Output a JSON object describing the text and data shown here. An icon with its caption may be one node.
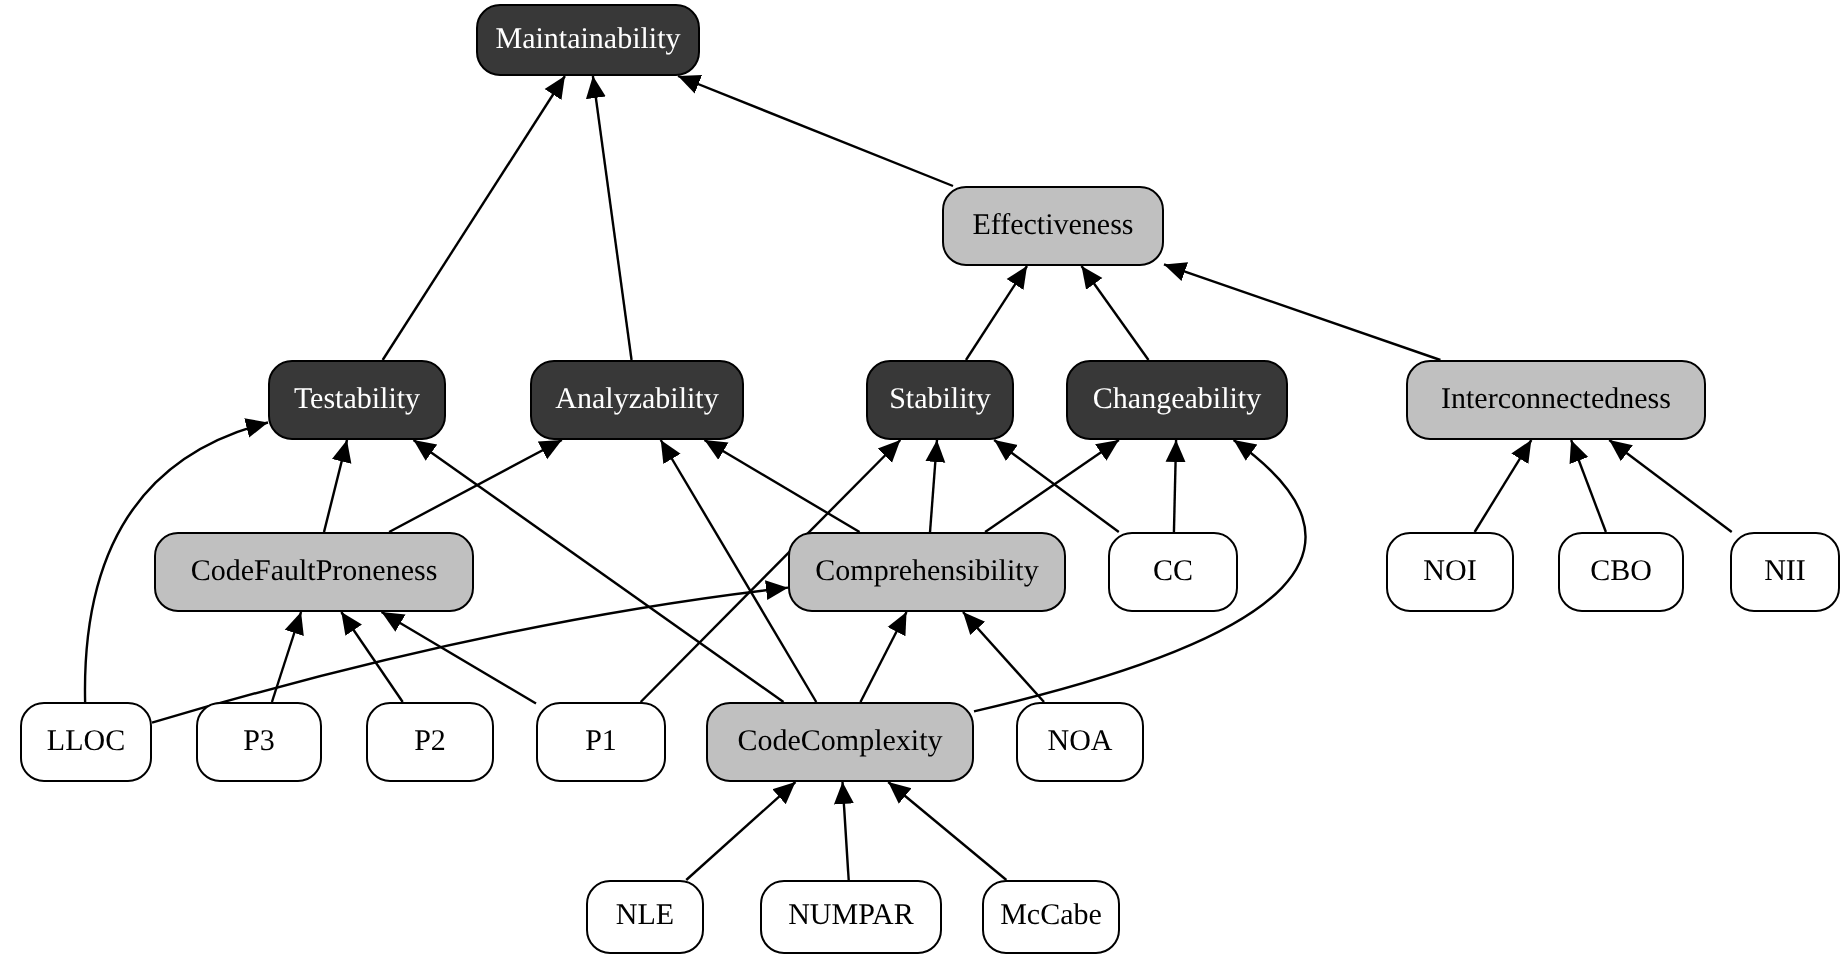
{
  "diagram": {
    "nodes": [
      {
        "text": [
          "Maintainability"
        ]
      },
      {
        "text": [
          "Effectiveness"
        ]
      },
      {
        "text": [
          "Testability"
        ]
      },
      {
        "text": [
          "Analyzability"
        ]
      },
      {
        "text": [
          "Stability"
        ]
      },
      {
        "text": [
          "Changeability"
        ]
      },
      {
        "text": [
          "Interconnectedness"
        ]
      },
      {
        "text": [
          "CodeFaultProneness"
        ]
      },
      {
        "text": [
          "Comprehensibility"
        ]
      },
      {
        "text": [
          "CC"
        ]
      },
      {
        "text": [
          "NOI"
        ]
      },
      {
        "text": [
          "CBO"
        ]
      },
      {
        "text": [
          "NII"
        ]
      },
      {
        "text": [
          "LLOC"
        ]
      },
      {
        "text": [
          "P3"
        ]
      },
      {
        "text": [
          "P2"
        ]
      },
      {
        "text": [
          "P1"
        ]
      },
      {
        "text": [
          "CodeComplexity"
        ]
      },
      {
        "text": [
          "NOA"
        ]
      },
      {
        "text": [
          "NLE"
        ]
      },
      {
        "text": [
          "NUMPAR"
        ]
      },
      {
        "text": [
          "McCabe"
        ]
      }
    ],
    "edges": [
      {
        "from": 2,
        "to": 0,
        "arrow": "to"
      },
      {
        "from": 3,
        "to": 0,
        "arrow": "to"
      },
      {
        "from": 1,
        "to": 0,
        "arrow": "to"
      },
      {
        "from": 4,
        "to": 1,
        "arrow": "to"
      },
      {
        "from": 5,
        "to": 1,
        "arrow": "to"
      },
      {
        "from": 6,
        "to": 1,
        "arrow": "to"
      },
      {
        "from": 13,
        "to": 2,
        "arrow": "to"
      },
      {
        "from": 7,
        "to": 2,
        "arrow": "to"
      },
      {
        "from": 17,
        "to": 2,
        "arrow": "to"
      },
      {
        "from": 7,
        "to": 3,
        "arrow": "to"
      },
      {
        "from": 17,
        "to": 3,
        "arrow": "to"
      },
      {
        "from": 8,
        "to": 3,
        "arrow": "to"
      },
      {
        "from": 16,
        "to": 4,
        "arrow": "to"
      },
      {
        "from": 8,
        "to": 4,
        "arrow": "to"
      },
      {
        "from": 9,
        "to": 4,
        "arrow": "to"
      },
      {
        "from": 8,
        "to": 5,
        "arrow": "to"
      },
      {
        "from": 9,
        "to": 5,
        "arrow": "to"
      },
      {
        "from": 17,
        "to": 5,
        "arrow": "to"
      },
      {
        "from": 10,
        "to": 6,
        "arrow": "to"
      },
      {
        "from": 11,
        "to": 6,
        "arrow": "to"
      },
      {
        "from": 12,
        "to": 6,
        "arrow": "to"
      },
      {
        "from": 14,
        "to": 7,
        "arrow": "to"
      },
      {
        "from": 15,
        "to": 7,
        "arrow": "to"
      },
      {
        "from": 16,
        "to": 7,
        "arrow": "to"
      },
      {
        "from": 13,
        "to": 8,
        "arrow": "to"
      },
      {
        "from": 17,
        "to": 8,
        "arrow": "to"
      },
      {
        "from": 18,
        "to": 8,
        "arrow": "to"
      },
      {
        "from": 19,
        "to": 17,
        "arrow": "to"
      },
      {
        "from": 20,
        "to": 17,
        "arrow": "to"
      },
      {
        "from": 21,
        "to": 17,
        "arrow": "to"
      }
    ]
  }
}
